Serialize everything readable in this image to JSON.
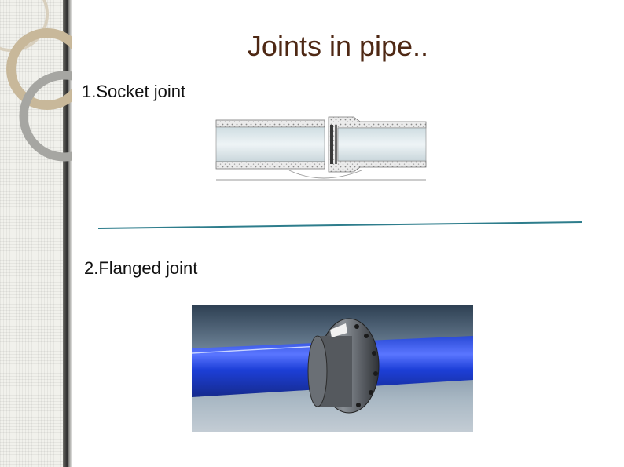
{
  "slide": {
    "title": "Joints in pipe..",
    "items": [
      {
        "label": "1.Socket joint"
      },
      {
        "label": "2.Flanged joint"
      }
    ]
  },
  "colors": {
    "title": "#4e2814",
    "divider": "#2e7d8c",
    "pipe_blue": "#1d3fd8",
    "ring_tan": "#c8b89a"
  }
}
